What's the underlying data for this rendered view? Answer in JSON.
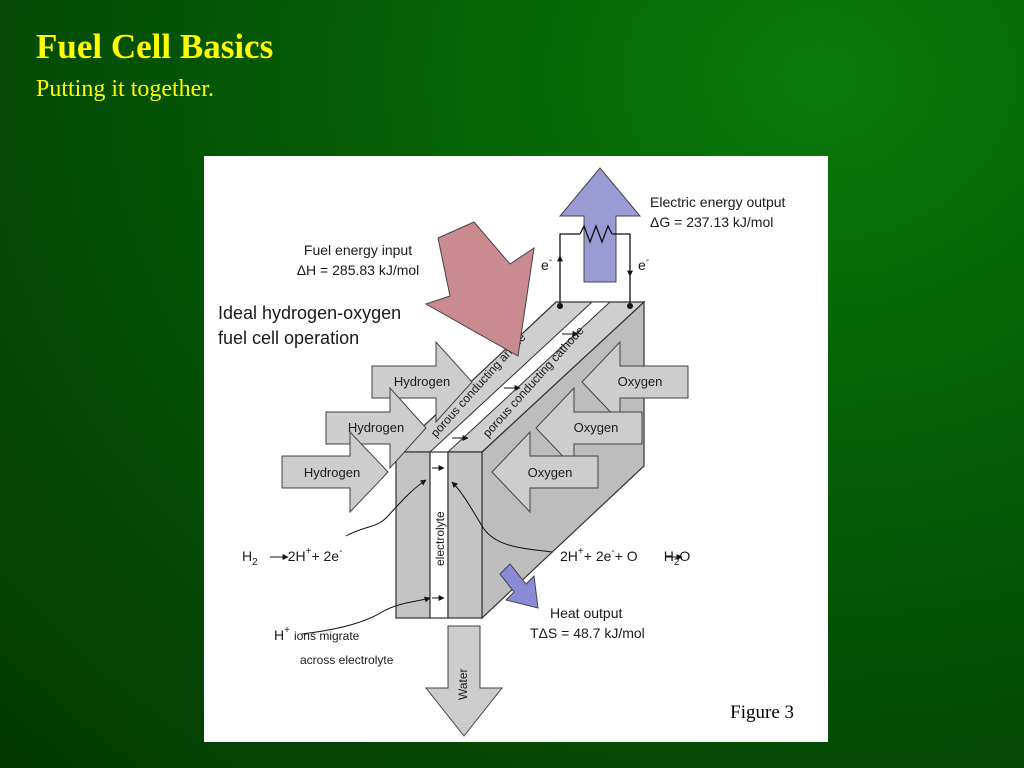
{
  "slide": {
    "title": "Fuel Cell Basics",
    "subtitle": "Putting it together."
  },
  "figure": {
    "caption": "Figure 3",
    "heading_line1": "Ideal hydrogen-oxygen",
    "heading_line2": "fuel cell operation",
    "fuel_input_label": "Fuel energy input",
    "fuel_input_value": "ΔH = 285.83 kJ/mol",
    "electric_output_label": "Electric energy output",
    "electric_output_value": "ΔG = 237.13 kJ/mol",
    "heat_output_label": "Heat output",
    "heat_output_value": "TΔS = 48.7 kJ/mol",
    "electron": "e",
    "electron_sup": "-",
    "hydrogen": "Hydrogen",
    "oxygen": "Oxygen",
    "anode": "porous conducting anode",
    "cathode": "porous conducting cathode",
    "electrolyte": "electrolyte",
    "water": "Water",
    "ion_symbol": "H",
    "ion_sup": "+",
    "ions_migrate_line1": "ions migrate",
    "ions_migrate_line2": "across electrolyte",
    "anode_reaction": {
      "h2": "H",
      "h2_sub": "2",
      "products": "2H",
      "plus_sup": "+",
      "plus_2e": "+ 2e",
      "minus_sup": "-"
    },
    "cathode_reaction": {
      "reactants": "2H",
      "plus_sup": "+",
      "plus_2e": "+ 2e",
      "minus_sup": "-",
      "plus_o": "+ O",
      "h2o": "H",
      "h2o_sub": "2",
      "h2o_o": "O"
    },
    "colors": {
      "fuel_arrow": "#c98b8f",
      "electric_arrow": "#9a9ad4",
      "heat_arrow": "#8a8ad6",
      "cell_gray": "#c4c4c4",
      "gas_arrow_gray": "#cdcdcd"
    }
  }
}
